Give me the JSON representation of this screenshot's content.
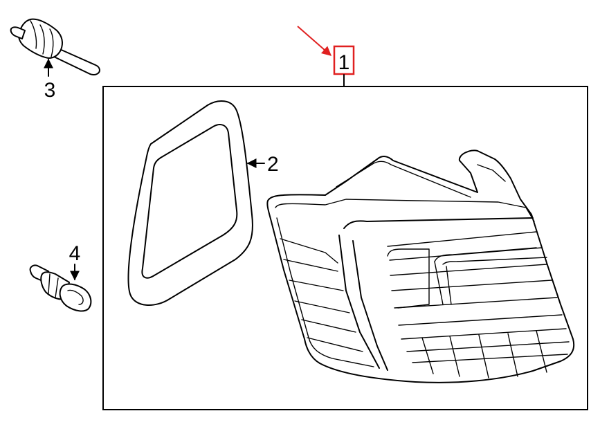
{
  "callouts": {
    "part_1": "1",
    "part_2": "2",
    "part_3": "3",
    "part_4": "4"
  },
  "highlight": {
    "target_callout": "1",
    "color": "#e02020"
  },
  "colors": {
    "line": "#000000",
    "background": "#ffffff"
  }
}
